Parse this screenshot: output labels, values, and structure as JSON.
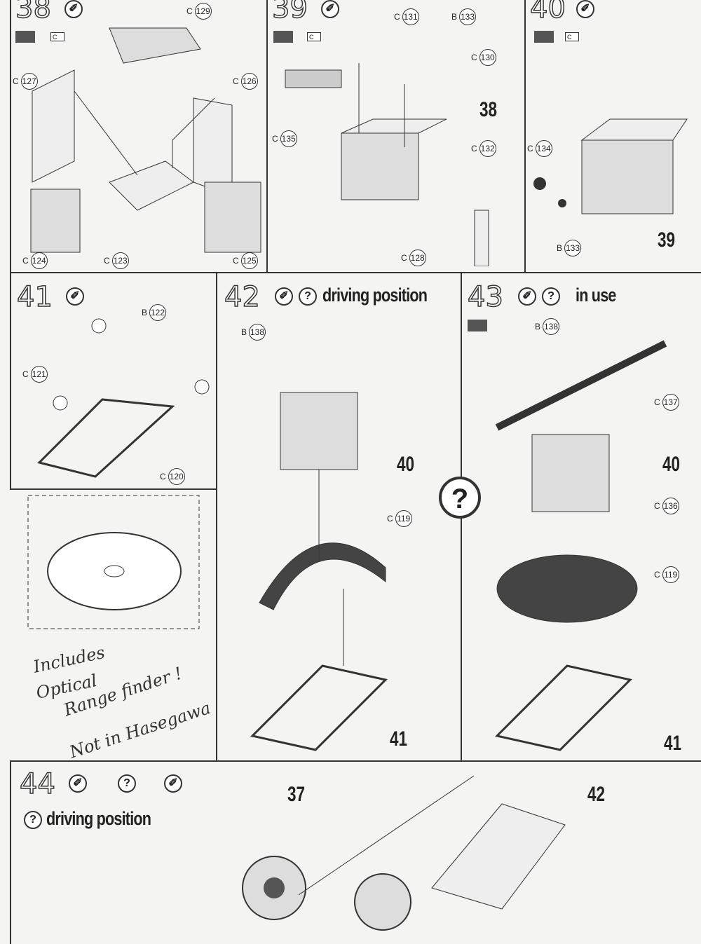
{
  "steps": {
    "s38": {
      "num": "38",
      "callouts": [
        "C",
        "129",
        "C",
        "127",
        "C",
        "126",
        "C",
        "124",
        "C",
        "123",
        "C",
        "125"
      ]
    },
    "s39": {
      "num": "39",
      "callouts": [
        "C",
        "131",
        "B",
        "133",
        "C",
        "130",
        "C",
        "135",
        "C",
        "132",
        "C",
        "128"
      ],
      "ref": "38"
    },
    "s40": {
      "num": "40",
      "callouts": [
        "C",
        "134",
        "B",
        "133"
      ],
      "ref": "39"
    },
    "s41": {
      "num": "41",
      "callouts": [
        "B",
        "122",
        "C",
        "121",
        "C",
        "120"
      ]
    },
    "s42": {
      "num": "42",
      "title": "driving position",
      "callouts": [
        "B",
        "138",
        "C",
        "119"
      ],
      "ref1": "40",
      "ref2": "41"
    },
    "s43": {
      "num": "43",
      "title": "in use",
      "callouts": [
        "B",
        "138",
        "C",
        "137",
        "C",
        "136",
        "C",
        "119"
      ],
      "ref1": "40",
      "ref2": "41"
    },
    "s44": {
      "num": "44",
      "title": "driving position",
      "ref1": "37",
      "ref2": "42"
    }
  },
  "icons": {
    "glue": "✐",
    "question": "?",
    "flag": "F",
    "cement": "C"
  },
  "handwritten_note": [
    "Includes",
    "Optical",
    "Range finder !",
    "Not in Hasegawa"
  ]
}
